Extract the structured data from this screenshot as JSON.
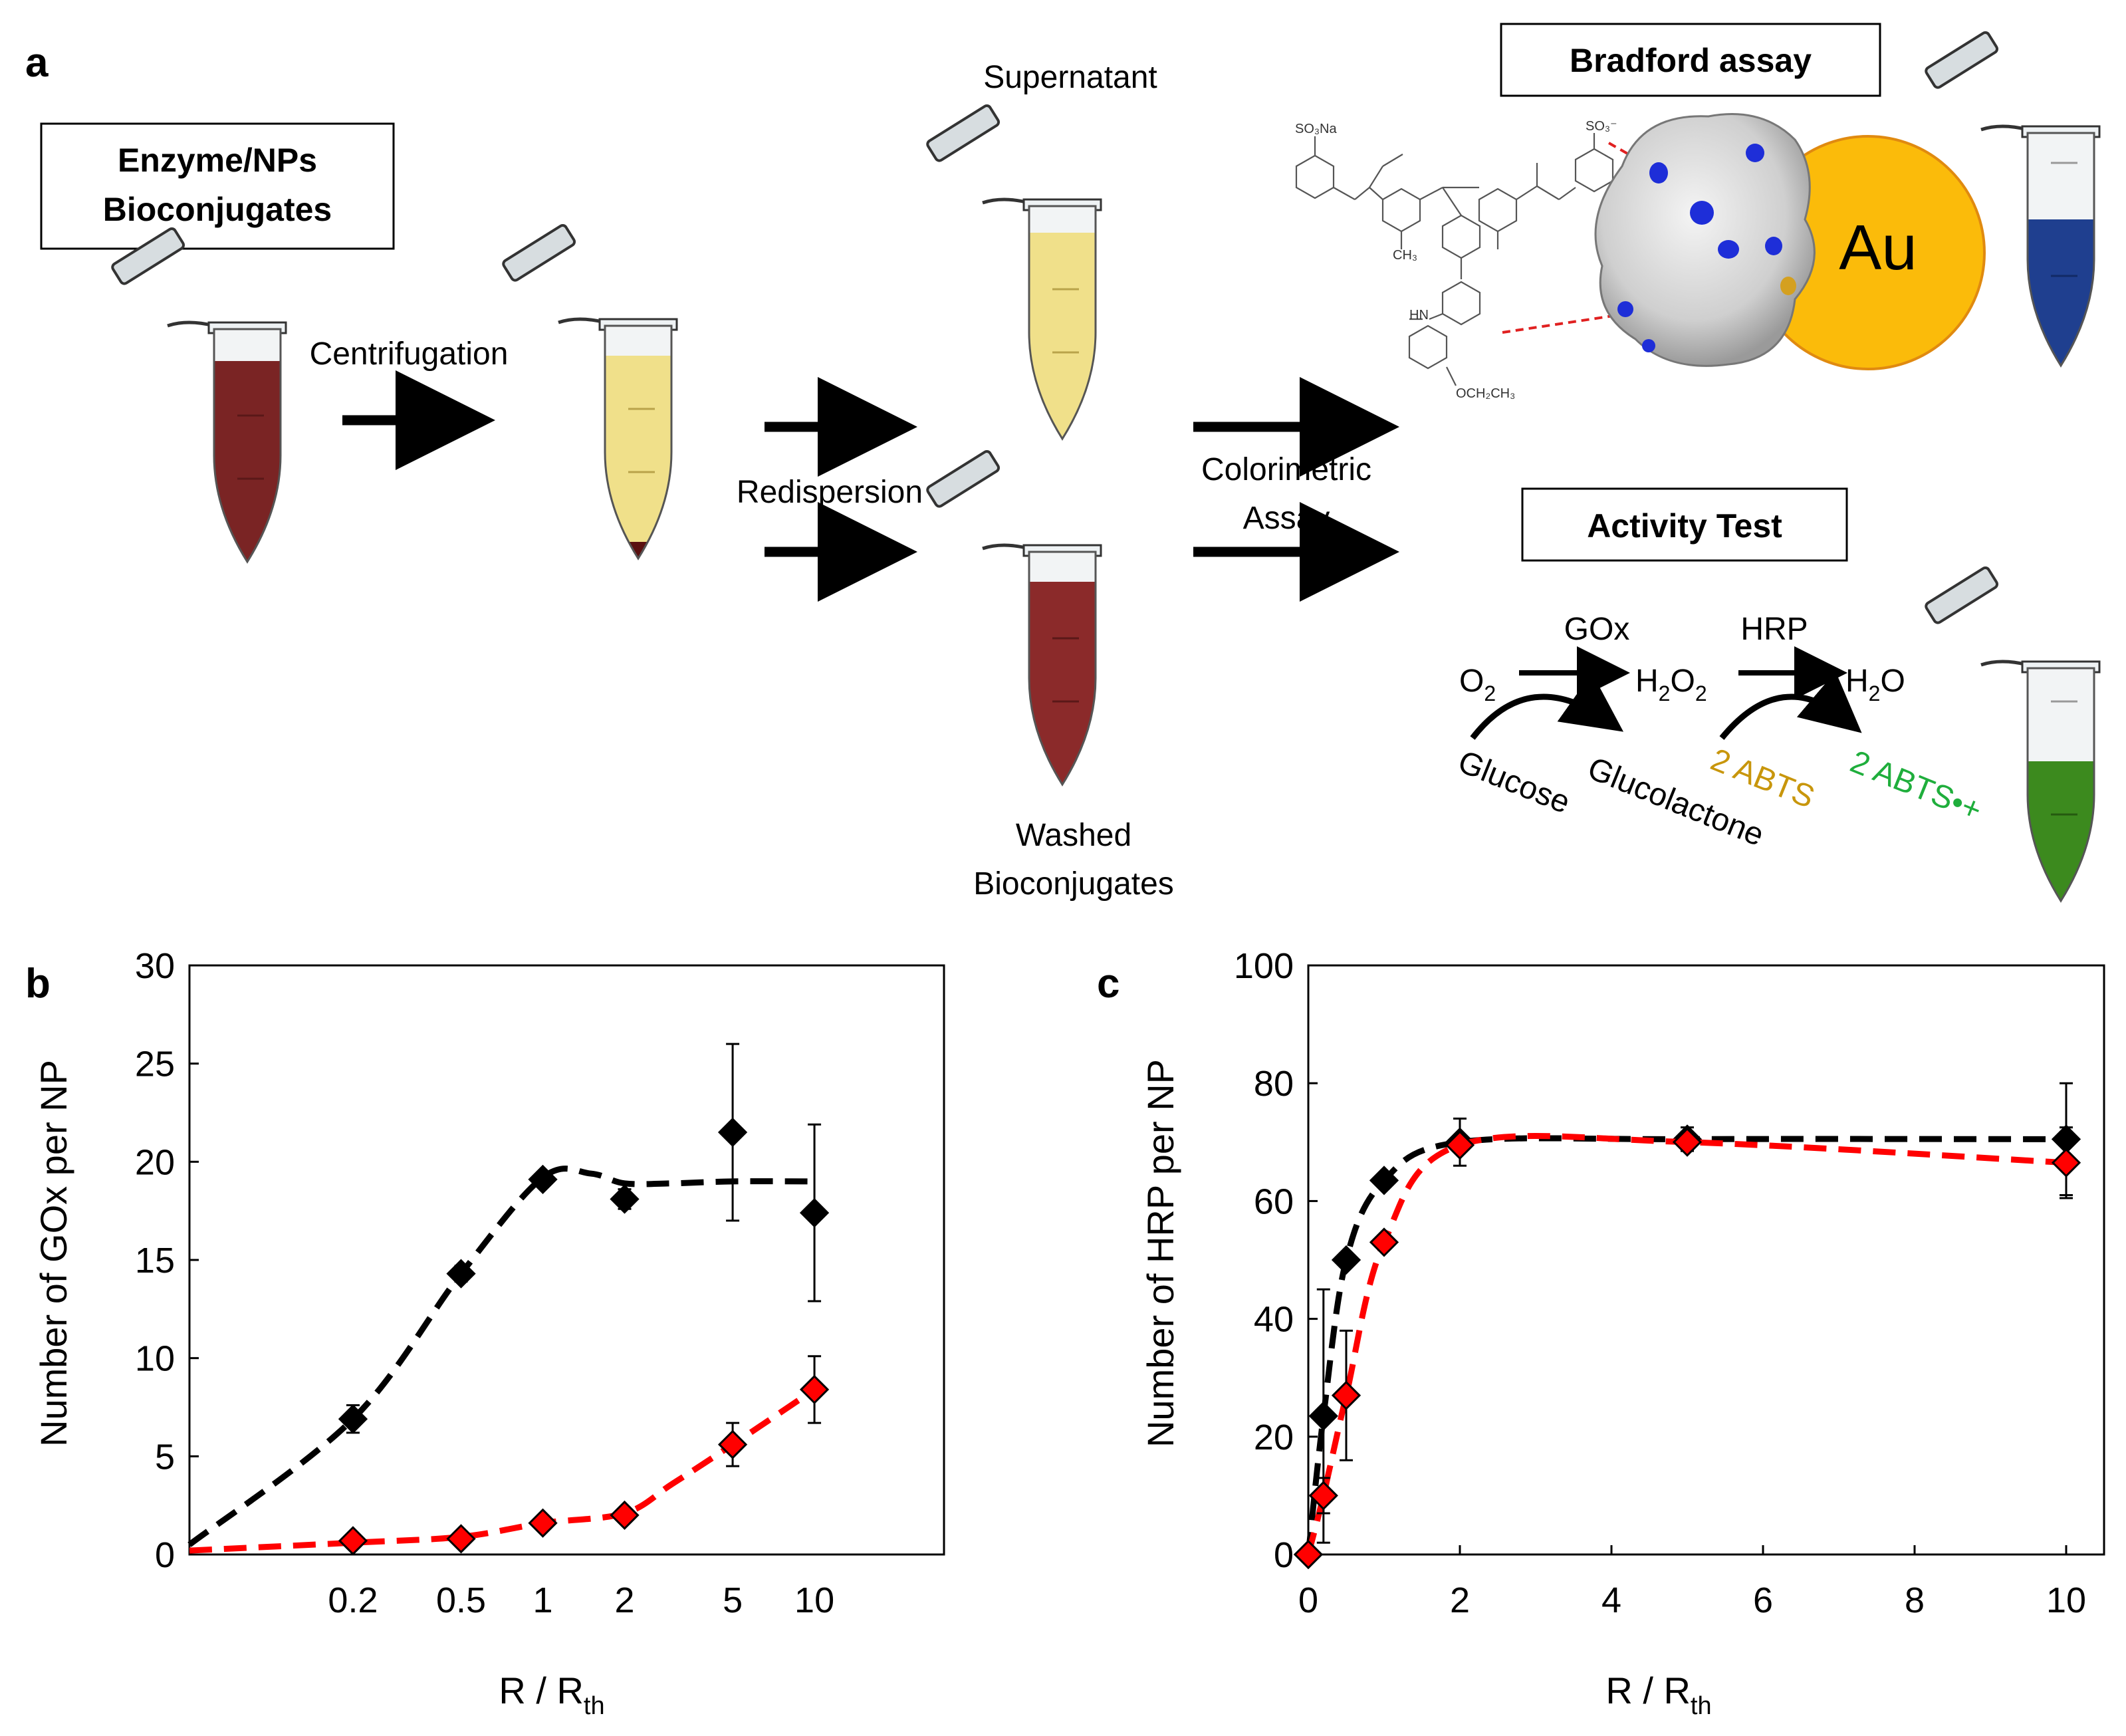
{
  "panel_a": {
    "letter": "a",
    "box_conjugates_line1": "Enzyme/NPs",
    "box_conjugates_line2": "Bioconjugates",
    "centrifugation": "Centrifugation",
    "supernatant": "Supernatant",
    "redispersion": "Redispersion",
    "washed_line1": "Washed",
    "washed_line2": "Bioconjugates",
    "colorimetric_line1": "Colorimetric",
    "colorimetric_line2": "Assay",
    "bradford": "Bradford assay",
    "au": "Au",
    "activity": "Activity Test",
    "gox": "GOx",
    "hrp": "HRP",
    "o2": "O",
    "o2_sub": "2",
    "h2o2_a": "H",
    "h2o2_sub1": "2",
    "h2o2_b": "O",
    "h2o2_sub2": "2",
    "h2o_a": "H",
    "h2o_sub": "2",
    "h2o_b": "O",
    "glucose": "Glucose",
    "glucolactone": "Glucolactone",
    "abts": "2 ABTS",
    "abts_rad": "2 ABTS•+",
    "chem_so3na": "SO₃Na",
    "chem_so3": "SO₃⁻",
    "chem_hn": "HN",
    "chem_ch3": "CH₃",
    "chem_oet": "OCH₂CH₃",
    "colors": {
      "dark_red_liquid": "#7a2424",
      "yellow_liquid": "#f0e08a",
      "blue_liquid": "#1f3f8f",
      "green_liquid": "#3c8a1e",
      "gold": "#fbbb0a",
      "abts_color": "#c8960c",
      "abts_rad_color": "#1fae3c"
    }
  },
  "chart_data": [
    {
      "type": "line",
      "letter": "b",
      "xlabel": "R / R",
      "xlabel_sub": "th",
      "ylabel": "Number of GOx per NP",
      "ylim": [
        0,
        30
      ],
      "yticks": [
        0,
        5,
        10,
        15,
        20,
        25,
        30
      ],
      "x_scale": "log",
      "categories": [
        "0.2",
        "0.5",
        "1",
        "2",
        "5",
        "10"
      ],
      "series": [
        {
          "color": "#000000",
          "values": [
            6.9,
            14.3,
            19.1,
            18.1,
            21.5,
            17.4
          ],
          "errors": [
            0.7,
            0.4,
            0.3,
            0.5,
            4.5,
            4.5
          ],
          "fit": [
            [
              0.05,
              0.5
            ],
            [
              0.2,
              6.9
            ],
            [
              0.5,
              14.3
            ],
            [
              1,
              19.2
            ],
            [
              1.5,
              19.4
            ],
            [
              2,
              18.9
            ],
            [
              3,
              18.9
            ],
            [
              5,
              19.0
            ],
            [
              10,
              19.0
            ]
          ]
        },
        {
          "color": "#ff0000",
          "values": [
            0.7,
            0.8,
            1.6,
            2.0,
            5.6,
            8.4
          ],
          "errors": [
            0.2,
            0.2,
            0.2,
            0.2,
            1.1,
            1.7
          ],
          "fit": [
            [
              0.05,
              0.2
            ],
            [
              0.2,
              0.6
            ],
            [
              0.5,
              0.9
            ],
            [
              1,
              1.6
            ],
            [
              2,
              2.1
            ],
            [
              3,
              3.6
            ],
            [
              5,
              5.6
            ],
            [
              10,
              8.4
            ]
          ]
        }
      ]
    },
    {
      "type": "line",
      "letter": "c",
      "xlabel": "R / R",
      "xlabel_sub": "th",
      "ylabel": "Number of HRP per NP",
      "xlim": [
        0,
        10.5
      ],
      "ylim": [
        0,
        100
      ],
      "xticks": [
        0,
        2,
        4,
        6,
        8,
        10
      ],
      "yticks": [
        0,
        20,
        40,
        60,
        80,
        100
      ],
      "series": [
        {
          "color": "#000000",
          "x": [
            0,
            0.2,
            0.5,
            1,
            2,
            5,
            10
          ],
          "y": [
            0,
            23.5,
            50,
            63.5,
            70,
            70.5,
            70.5
          ],
          "errors": [
            0,
            21.5,
            1,
            1,
            4,
            2,
            9.5
          ],
          "fit": [
            [
              0,
              0
            ],
            [
              0.2,
              23.5
            ],
            [
              0.5,
              50
            ],
            [
              1,
              63.5
            ],
            [
              2,
              70
            ],
            [
              5,
              70.5
            ],
            [
              10,
              70.5
            ]
          ]
        },
        {
          "color": "#ff0000",
          "x": [
            0,
            0.2,
            0.5,
            1,
            2,
            5,
            10
          ],
          "y": [
            0,
            10,
            27,
            53,
            69.5,
            70,
            66.5
          ],
          "errors": [
            0,
            3,
            11,
            1,
            1,
            1,
            6
          ],
          "fit": [
            [
              0,
              0
            ],
            [
              0.2,
              10
            ],
            [
              0.5,
              27
            ],
            [
              1,
              53
            ],
            [
              2,
              69.5
            ],
            [
              5,
              70
            ],
            [
              10,
              66.5
            ]
          ]
        }
      ]
    }
  ]
}
